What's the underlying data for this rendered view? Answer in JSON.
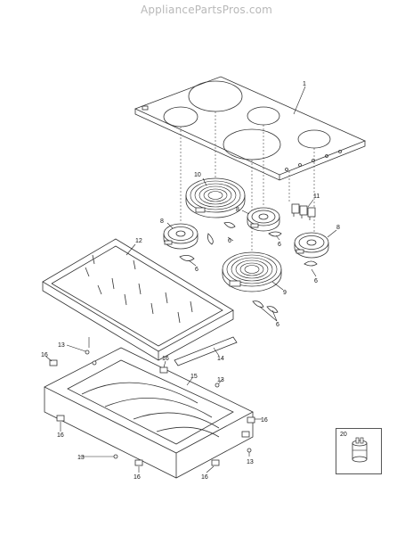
{
  "watermark": "AppliancePartsPros.com",
  "callouts": {
    "c1": "1",
    "c10": "10",
    "c11": "11",
    "c8a": "8",
    "c8b": "8",
    "c8c": "8",
    "c12": "12",
    "c6a": "6",
    "c6b": "6",
    "c6c": "6",
    "c6d": "6",
    "c6e": "6",
    "c9": "9",
    "c13a": "13",
    "c13b": "13",
    "c13c": "13",
    "c13d": "13",
    "c14": "14",
    "c15": "15",
    "c16a": "16",
    "c16b": "16",
    "c16c": "16",
    "c16d": "16",
    "c16e": "16",
    "c16f": "16",
    "c20": "20"
  }
}
